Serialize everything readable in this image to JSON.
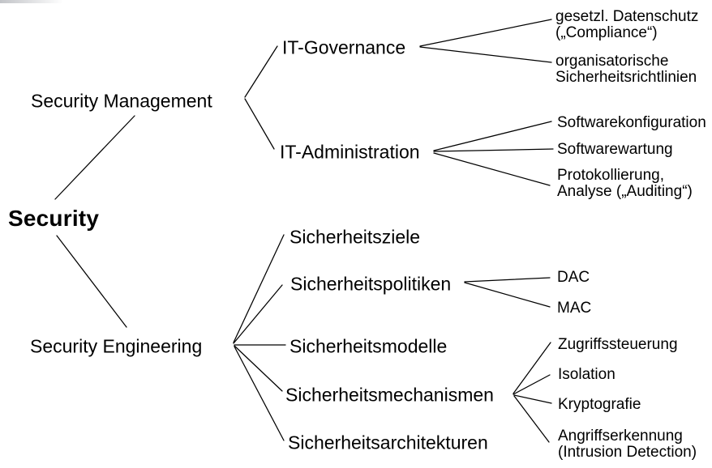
{
  "diagram": {
    "type": "tree",
    "direction": "left-to-right",
    "colors": {
      "background": "#ffffff",
      "text": "#000000",
      "line": "#000000"
    },
    "root": {
      "label": "Security",
      "children": [
        {
          "label": "Security Management",
          "children": [
            {
              "label": "IT-Governance",
              "children": [
                {
                  "label": "gesetzl. Datenschutz\n(„Compliance“)"
                },
                {
                  "label": "organisatorische\nSicherheitsrichtlinien"
                }
              ]
            },
            {
              "label": "IT-Administration",
              "children": [
                {
                  "label": "Softwarekonfiguration"
                },
                {
                  "label": "Softwarewartung"
                },
                {
                  "label": "Protokollierung,\nAnalyse („Auditing“)"
                }
              ]
            }
          ]
        },
        {
          "label": "Security Engineering",
          "children": [
            {
              "label": "Sicherheitsziele"
            },
            {
              "label": "Sicherheitspolitiken",
              "children": [
                {
                  "label": "DAC"
                },
                {
                  "label": "MAC"
                }
              ]
            },
            {
              "label": "Sicherheitsmodelle"
            },
            {
              "label": "Sicherheitsmechanismen",
              "children": [
                {
                  "label": "Zugriffssteuerung"
                },
                {
                  "label": "Isolation"
                },
                {
                  "label": "Kryptografie"
                },
                {
                  "label": "Angriffserkennung\n(Intrusion Detection)"
                }
              ]
            },
            {
              "label": "Sicherheitsarchitekturen"
            }
          ]
        }
      ]
    }
  }
}
